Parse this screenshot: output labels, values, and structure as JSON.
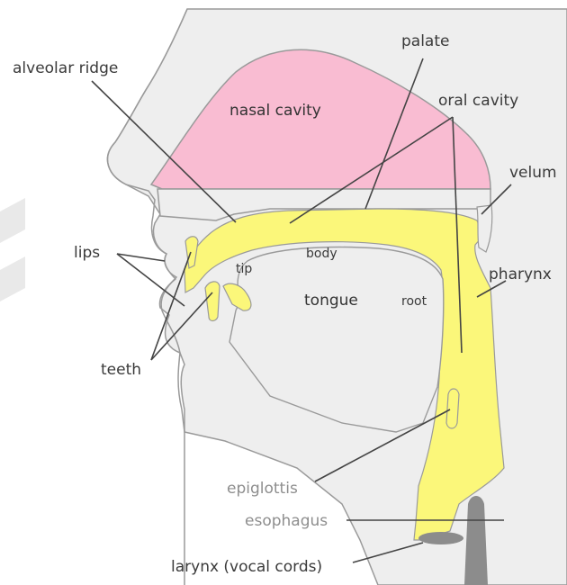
{
  "labels": {
    "alveolar_ridge": "alveolar ridge",
    "palate": "palate",
    "oral_cavity": "oral cavity",
    "nasal_cavity": "nasal cavity",
    "velum": "velum",
    "lips": "lips",
    "pharynx": "pharynx",
    "teeth": "teeth",
    "tip": "tip",
    "body": "body",
    "tongue": "tongue",
    "root": "root",
    "epiglottis": "epiglottis",
    "esophagus": "esophagus",
    "larynx": "larynx (vocal cords)"
  },
  "colors": {
    "nasal_cavity": "#f9bcd2",
    "tract": "#fbf77a",
    "tissue": "#eeeeee",
    "outline": "#9a9a9a",
    "esophagus": "#8c8c8c",
    "watermark": "#e8e8e8"
  }
}
